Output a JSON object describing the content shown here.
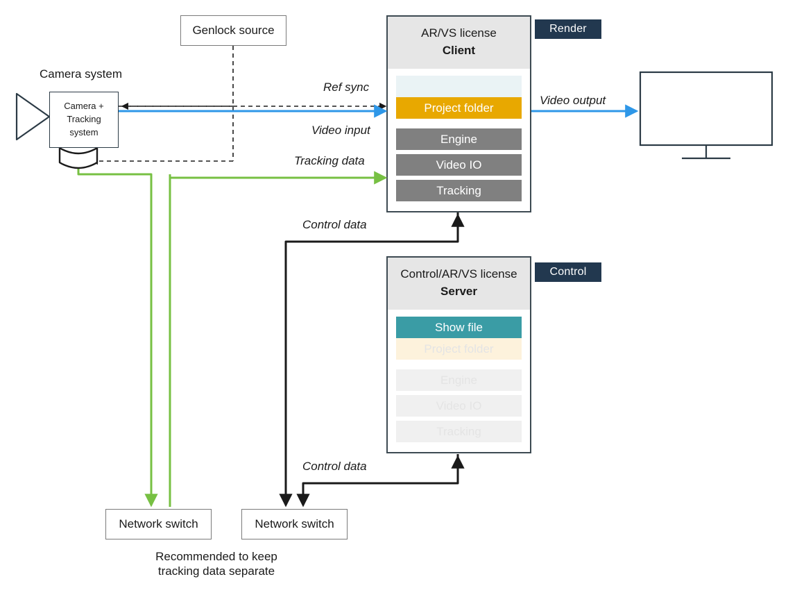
{
  "diagram": {
    "title_note": "Recommended to keep tracking data separate"
  },
  "camera_system": {
    "caption": "Camera system",
    "box_line1": "Camera +",
    "box_line2": "Tracking",
    "box_line3": "system"
  },
  "genlock": {
    "label": "Genlock source"
  },
  "client": {
    "license": "AR/VS license",
    "role": "Client",
    "badge": "Render",
    "slots": [
      {
        "label": "",
        "state": "blank"
      },
      {
        "label": "Project folder",
        "state": "proj-active"
      },
      {
        "label": "Engine",
        "state": "mod-active"
      },
      {
        "label": "Video IO",
        "state": "mod-active"
      },
      {
        "label": "Tracking",
        "state": "mod-active"
      }
    ]
  },
  "server": {
    "license": "Control/AR/VS license",
    "role": "Server",
    "badge": "Control",
    "slots": [
      {
        "label": "Show file",
        "state": "show-active"
      },
      {
        "label": "Project folder",
        "state": "proj-off"
      },
      {
        "label": "Engine",
        "state": "mod-off"
      },
      {
        "label": "Video IO",
        "state": "mod-off"
      },
      {
        "label": "Tracking",
        "state": "mod-off"
      }
    ]
  },
  "switches": {
    "tracking_switch": "Network switch",
    "control_switch": "Network switch"
  },
  "connections": {
    "ref_sync": "Ref sync",
    "video_input": "Video input",
    "tracking_data": "Tracking data",
    "video_output": "Video output",
    "control_data_client": "Control data",
    "control_data_server": "Control data"
  },
  "note": {
    "line1": "Recommended to keep",
    "line2": "tracking data separate"
  },
  "colors": {
    "video_blue": "#2e97e8",
    "tracking_green": "#77c043",
    "project_orange": "#e8a800",
    "show_teal": "#3a9ca5",
    "badge_navy": "#22384f",
    "module_gray": "#808080",
    "genlock_dash": "#1a1a1a"
  }
}
